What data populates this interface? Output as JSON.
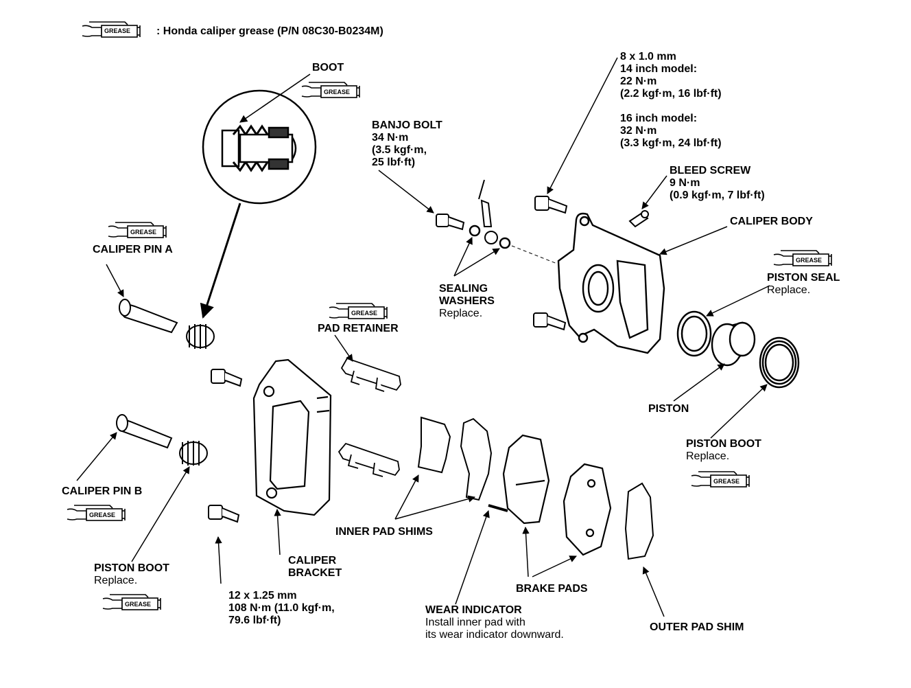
{
  "legend": {
    "icon": "grease-tube-icon",
    "icon_text": "GREASE",
    "text": ": Honda caliper grease (P/N 08C30-B0234M)"
  },
  "labels": {
    "boot": "BOOT",
    "banjo": [
      "BANJO BOLT",
      "34 N·m",
      "(3.5 kgf·m,",
      "25 lbf·ft)"
    ],
    "mount_bolt": [
      "8 x 1.0 mm",
      "14 inch model:",
      "22 N·m",
      "(2.2 kgf·m, 16 lbf·ft)",
      "",
      "16 inch model:",
      "32 N·m",
      "(3.3 kgf·m, 24 lbf·ft)"
    ],
    "bleed": [
      "BLEED SCREW",
      "9 N·m",
      "(0.9 kgf·m, 7 lbf·ft)"
    ],
    "caliper_body": "CALIPER BODY",
    "caliper_pin_a": "CALIPER PIN A",
    "piston_seal": "PISTON SEAL",
    "piston_seal_note": "Replace.",
    "sealing_washers": [
      "SEALING",
      "WASHERS"
    ],
    "sealing_washers_note": "Replace.",
    "pad_retainer": "PAD RETAINER",
    "piston": "PISTON",
    "piston_boot_right": "PISTON BOOT",
    "piston_boot_right_note": "Replace.",
    "caliper_pin_b": "CALIPER PIN B",
    "inner_pad_shims": "INNER PAD SHIMS",
    "piston_boot_left": "PISTON BOOT",
    "piston_boot_left_note": "Replace.",
    "caliper_bracket": [
      "CALIPER",
      "BRACKET"
    ],
    "bracket_bolt": [
      "12 x 1.25 mm",
      "108 N·m (11.0 kgf·m,",
      "79.6 lbf·ft)"
    ],
    "brake_pads": "BRAKE PADS",
    "wear_indicator": "WEAR INDICATOR",
    "wear_indicator_note": [
      "Install inner pad with",
      "its wear indicator downward."
    ],
    "outer_pad_shim": "OUTER PAD SHIM"
  }
}
